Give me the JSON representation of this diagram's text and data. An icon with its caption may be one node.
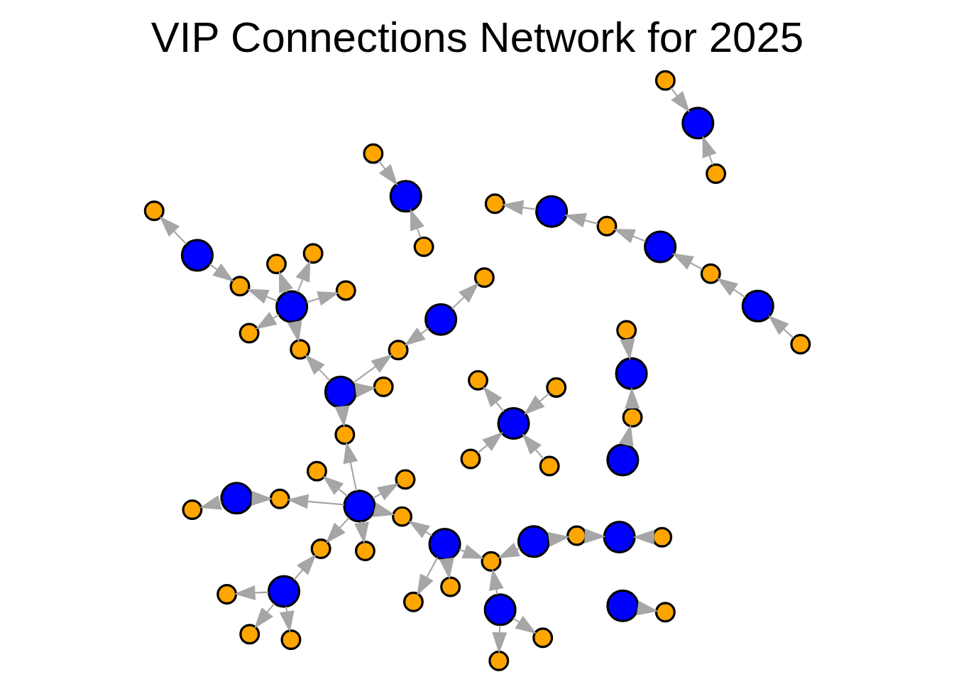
{
  "diagram": {
    "title": "VIP Connections Network for 2025",
    "nodes": [
      {
        "text": [],
        "shape": "circle"
      },
      {
        "text": [],
        "shape": "circle"
      },
      {
        "text": [],
        "shape": "circle"
      },
      {
        "text": [],
        "shape": "circle"
      },
      {
        "text": [],
        "shape": "circle"
      },
      {
        "text": [],
        "shape": "circle"
      },
      {
        "text": [],
        "shape": "circle"
      },
      {
        "text": [],
        "shape": "circle"
      },
      {
        "text": [],
        "shape": "circle"
      },
      {
        "text": [],
        "shape": "circle"
      },
      {
        "text": [],
        "shape": "circle"
      },
      {
        "text": [],
        "shape": "circle"
      },
      {
        "text": [],
        "shape": "circle"
      },
      {
        "text": [],
        "shape": "circle"
      },
      {
        "text": [],
        "shape": "circle"
      },
      {
        "text": [],
        "shape": "circle"
      },
      {
        "text": [],
        "shape": "circle"
      },
      {
        "text": [],
        "shape": "circle"
      },
      {
        "text": [],
        "shape": "circle"
      },
      {
        "text": [],
        "shape": "circle"
      },
      {
        "text": [],
        "shape": "circle"
      },
      {
        "text": [],
        "shape": "circle"
      },
      {
        "text": [],
        "shape": "circle"
      },
      {
        "text": [],
        "shape": "circle"
      },
      {
        "text": [],
        "shape": "circle"
      },
      {
        "text": [],
        "shape": "circle"
      },
      {
        "text": [],
        "shape": "circle"
      },
      {
        "text": [],
        "shape": "circle"
      },
      {
        "text": [],
        "shape": "circle"
      },
      {
        "text": [],
        "shape": "circle"
      },
      {
        "text": [],
        "shape": "circle"
      },
      {
        "text": [],
        "shape": "circle"
      },
      {
        "text": [],
        "shape": "circle"
      },
      {
        "text": [],
        "shape": "circle"
      },
      {
        "text": [],
        "shape": "circle"
      },
      {
        "text": [],
        "shape": "circle"
      },
      {
        "text": [],
        "shape": "circle"
      },
      {
        "text": [],
        "shape": "circle"
      },
      {
        "text": [],
        "shape": "circle"
      },
      {
        "text": [],
        "shape": "circle"
      },
      {
        "text": [],
        "shape": "circle"
      },
      {
        "text": [],
        "shape": "circle"
      },
      {
        "text": [],
        "shape": "circle"
      },
      {
        "text": [],
        "shape": "circle"
      },
      {
        "text": [],
        "shape": "circle"
      },
      {
        "text": [],
        "shape": "circle"
      },
      {
        "text": [],
        "shape": "circle"
      },
      {
        "text": [],
        "shape": "circle"
      },
      {
        "text": [],
        "shape": "circle"
      },
      {
        "text": [],
        "shape": "circle"
      },
      {
        "text": [],
        "shape": "circle"
      },
      {
        "text": [],
        "shape": "circle"
      },
      {
        "text": [],
        "shape": "circle"
      },
      {
        "text": [],
        "shape": "circle"
      },
      {
        "text": [],
        "shape": "circle"
      },
      {
        "text": [],
        "shape": "circle"
      },
      {
        "text": [],
        "shape": "circle"
      },
      {
        "text": [],
        "shape": "circle"
      },
      {
        "text": [],
        "shape": "circle"
      },
      {
        "text": [],
        "shape": "circle"
      },
      {
        "text": [],
        "shape": "circle"
      },
      {
        "text": [],
        "shape": "circle"
      },
      {
        "text": [],
        "shape": "circle"
      }
    ],
    "edges": [
      {
        "from": 0,
        "to": 2,
        "arrow": "to"
      },
      {
        "from": 1,
        "to": 2,
        "arrow": "to"
      },
      {
        "from": 5,
        "to": 2,
        "arrow": "to"
      },
      {
        "from": 2,
        "to": 3,
        "arrow": "to"
      },
      {
        "from": 4,
        "to": 6,
        "arrow": "to"
      },
      {
        "from": 6,
        "to": 7,
        "arrow": "to"
      },
      {
        "from": 7,
        "to": 12,
        "arrow": "to"
      },
      {
        "from": 12,
        "to": 16,
        "arrow": "to"
      },
      {
        "from": 16,
        "to": 22,
        "arrow": "to"
      },
      {
        "from": 22,
        "to": 25,
        "arrow": "to"
      },
      {
        "from": 14,
        "to": 8,
        "arrow": "to"
      },
      {
        "from": 14,
        "to": 9,
        "arrow": "to"
      },
      {
        "from": 14,
        "to": 19,
        "arrow": "to"
      },
      {
        "from": 14,
        "to": 23,
        "arrow": "to"
      },
      {
        "from": 18,
        "to": 13,
        "arrow": "to"
      },
      {
        "from": 18,
        "to": 24,
        "arrow": "to"
      },
      {
        "from": 18,
        "to": 23,
        "arrow": "to"
      },
      {
        "from": 28,
        "to": 23,
        "arrow": "to"
      },
      {
        "from": 28,
        "to": 33,
        "arrow": "to"
      },
      {
        "from": 33,
        "to": 38,
        "arrow": "to"
      },
      {
        "from": 40,
        "to": 38,
        "arrow": "to"
      },
      {
        "from": 15,
        "to": 10,
        "arrow": "to"
      },
      {
        "from": 15,
        "to": 11,
        "arrow": "to"
      },
      {
        "from": 15,
        "to": 17,
        "arrow": "to"
      },
      {
        "from": 15,
        "to": 21,
        "arrow": "to"
      },
      {
        "from": 26,
        "to": 19,
        "arrow": "to"
      },
      {
        "from": 26,
        "to": 20,
        "arrow": "to"
      },
      {
        "from": 26,
        "to": 21,
        "arrow": "to"
      },
      {
        "from": 26,
        "to": 27,
        "arrow": "to"
      },
      {
        "from": 26,
        "to": 29,
        "arrow": "to"
      },
      {
        "from": 26,
        "to": 31,
        "arrow": "to"
      },
      {
        "from": 26,
        "to": 37,
        "arrow": "to"
      },
      {
        "from": 32,
        "to": 29,
        "arrow": "to"
      },
      {
        "from": 32,
        "to": 34,
        "arrow": "to"
      },
      {
        "from": 30,
        "to": 35,
        "arrow": "to"
      },
      {
        "from": 36,
        "to": 39,
        "arrow": "to"
      },
      {
        "from": 39,
        "to": 41,
        "arrow": "to"
      },
      {
        "from": 44,
        "to": 41,
        "arrow": "to"
      },
      {
        "from": 43,
        "to": 37,
        "arrow": "to"
      },
      {
        "from": 43,
        "to": 42,
        "arrow": "to"
      },
      {
        "from": 43,
        "to": 47,
        "arrow": "to"
      },
      {
        "from": 43,
        "to": 50,
        "arrow": "to"
      },
      {
        "from": 46,
        "to": 47,
        "arrow": "to"
      },
      {
        "from": 46,
        "to": 48,
        "arrow": "to"
      },
      {
        "from": 49,
        "to": 51,
        "arrow": "to"
      },
      {
        "from": 49,
        "to": 45,
        "arrow": "to"
      },
      {
        "from": 52,
        "to": 54,
        "arrow": "to"
      },
      {
        "from": 59,
        "to": 54,
        "arrow": "to"
      },
      {
        "from": 55,
        "to": 50,
        "arrow": "to"
      },
      {
        "from": 55,
        "to": 51,
        "arrow": "to"
      },
      {
        "from": 55,
        "to": 57,
        "arrow": "to"
      },
      {
        "from": 55,
        "to": 58,
        "arrow": "to"
      },
      {
        "from": 55,
        "to": 61,
        "arrow": "to"
      },
      {
        "from": 55,
        "to": 62,
        "arrow": "to"
      },
      {
        "from": 53,
        "to": 56,
        "arrow": "to"
      },
      {
        "from": 60,
        "to": 56,
        "arrow": "to"
      }
    ]
  }
}
